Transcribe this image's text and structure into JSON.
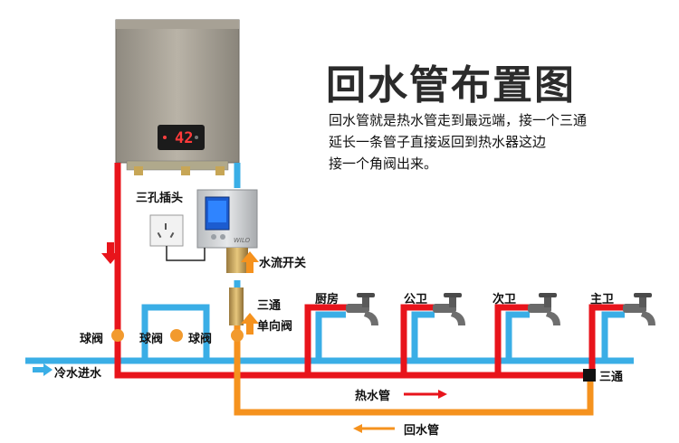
{
  "title": "回水管布置图",
  "description": [
    "回水管就是热水管走到最远端，接一个三通",
    "延长一条管子直接返回到热水器这边",
    "接一个角阀出来。"
  ],
  "heater_display": "42",
  "pump_brand": "WILO",
  "labels": {
    "socket": "三孔插头",
    "flow_switch": "水流开关",
    "tee": "三通",
    "check_valve": "单向阀",
    "ball_valve": "球阀",
    "cold_inlet": "冷水进水",
    "hot_pipe": "热水管",
    "return_pipe": "回水管",
    "end_tee": "三通"
  },
  "fixtures": [
    "厨房",
    "公卫",
    "次卫",
    "主卫"
  ],
  "colors": {
    "hot": "#e8141b",
    "cold": "#3aaee6",
    "return": "#f5921e",
    "valve": "#f29a2e"
  }
}
